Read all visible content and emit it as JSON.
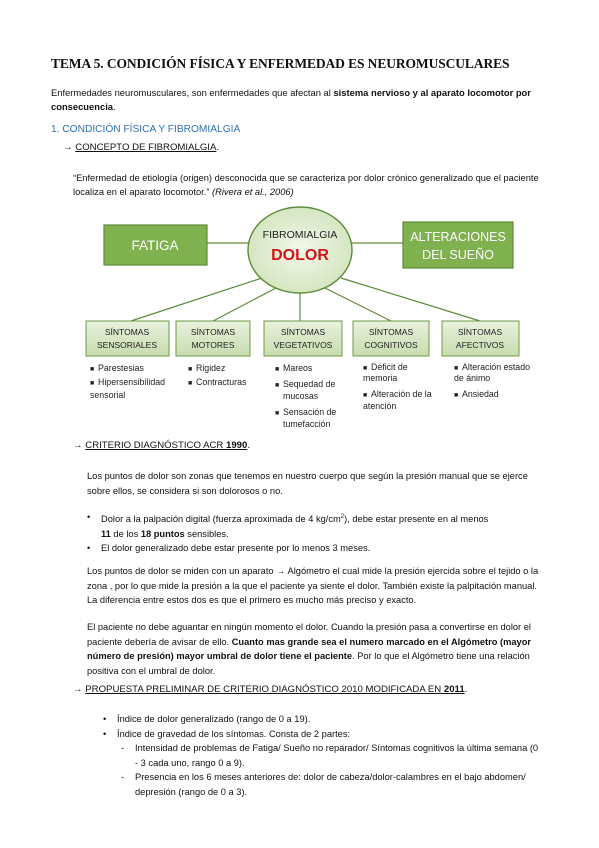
{
  "title": "TEMA 5. CONDICIÓN FÍSICA Y ENFERMEDAD ES NEUROMUSCULARES",
  "intro": {
    "part1": "Enfermedades neuromusculares, son enfermedades que afectan al ",
    "part2": "sistema nervioso y al aparato locomotor",
    "part3": " por consecuencia",
    "part4": "."
  },
  "section1": "1.  CONDICIÓN FÍSICA Y FIBROMIALGIA",
  "arrow": "→",
  "concept_heading": "CONCEPTO DE FIBROMIALGIA",
  "concept_heading_end": ".",
  "quote": {
    "text": "“Enfermedad de etiología (origen) desconocida que se caracteriza por dolor crónico generalizado que el paciente localiza en el aparato locomotor.”",
    "cite": " (Rivera et al., 2006)"
  },
  "diagram": {
    "center_top": "FIBROMIALGIA",
    "center_main": "DOLOR",
    "left": "FATIGA",
    "right_line1": "ALTERACIONES",
    "right_line2": "DEL SUEÑO",
    "boxes": [
      {
        "line1": "SÍNTOMAS",
        "line2": "SENSORIALES",
        "items": [
          [
            "Parestesias"
          ],
          [
            "Hipersensibilidad",
            "sensorial"
          ]
        ]
      },
      {
        "line1": "SÍNTOMAS",
        "line2": "MOTORES",
        "items": [
          [
            "Rigidez"
          ],
          [
            "Contracturas"
          ]
        ]
      },
      {
        "line1": "SÍNTOMAS",
        "line2": "VEGETATIVOS",
        "items": [
          [
            "Mareos"
          ],
          [
            "Sequedad de",
            "mucosas"
          ],
          [
            "Sensación de",
            "tumefacción"
          ]
        ]
      },
      {
        "line1": "SÍNTOMAS",
        "line2": "COGNITIVOS",
        "items": [
          [
            "Déficit de",
            "memoria"
          ],
          [
            "Alteración de la",
            "atención"
          ]
        ]
      },
      {
        "line1": "SÍNTOMAS",
        "line2": "AFECTIVOS",
        "items": [
          [
            "Alteración estado",
            "de ánimo"
          ],
          [
            "Ansiedad"
          ]
        ]
      }
    ],
    "colors": {
      "green_fill": "#7fb14f",
      "green_light": "#d7e7c4",
      "border": "#6e9a46"
    }
  },
  "criterio": {
    "label": "CRITERIO DIAGNÓSTICO ACR ",
    "year": "1990",
    "end": "."
  },
  "p1": "Los puntos de dolor son zonas que tenemos en nuestro cuerpo que según la presión manual que se ejerce sobre ellos, se considera si son dolorosos o no.",
  "bullets1": {
    "b1a": "Dolor a la palpación digital (fuerza aproximada de 4 kg/cm",
    "b1sup": "2",
    "b1b": "), debe estar presente en al menos",
    "b1c": "11",
    "b1d": " de los ",
    "b1e": "18 puntos",
    "b1f": " sensibles.",
    "b2": "El dolor generalizado debe estar presente por lo menos 3 meses."
  },
  "p2": "Los puntos de dolor se miden con un aparato → Algómetro el cual mide la presión ejercida sobre el tejido o la zona , por lo que mide la presión a la que el paciente ya siente el dolor. También existe la palpitación manual. La diferencia entre estos dos es que el primero es mucho más preciso y exacto.",
  "p3": {
    "a": "El paciente no debe aguantar en ningún momento el dolor. Cuando la presión pasa a convertirse en dolor el paciente debería de avisar de ello. ",
    "b": "Cuanto mas grande sea el numero marcado en el Algómetro (mayor número de presión) mayor umbral de dolor tiene el paciente",
    "c": ". Por lo que el Algómetro tiene una relación positiva con el umbral de dolor."
  },
  "propuesta": {
    "label": "PROPUESTA PRELIMINAR DE CRITERIO DIAGNÓSTICO 2010 MODIFICADA EN ",
    "year": "2011",
    "end": "."
  },
  "bullets2": {
    "b1": "Índice de dolor generalizado (rango de 0 a 19).",
    "b2": "Índice de gravedad de los síntomas. Consta de 2 partes:",
    "d1": "Intensidad de problemas de Fatiga/ Sueño no reparador/ Síntomas cognitivos la última semana (0 - 3 cada uno, rango 0 a 9).",
    "d2": "Presencia en los 6 meses anteriores de: dolor de cabeza/dolor-calambres en el bajo abdomen/ depresión (rango de 0 a 3)."
  }
}
